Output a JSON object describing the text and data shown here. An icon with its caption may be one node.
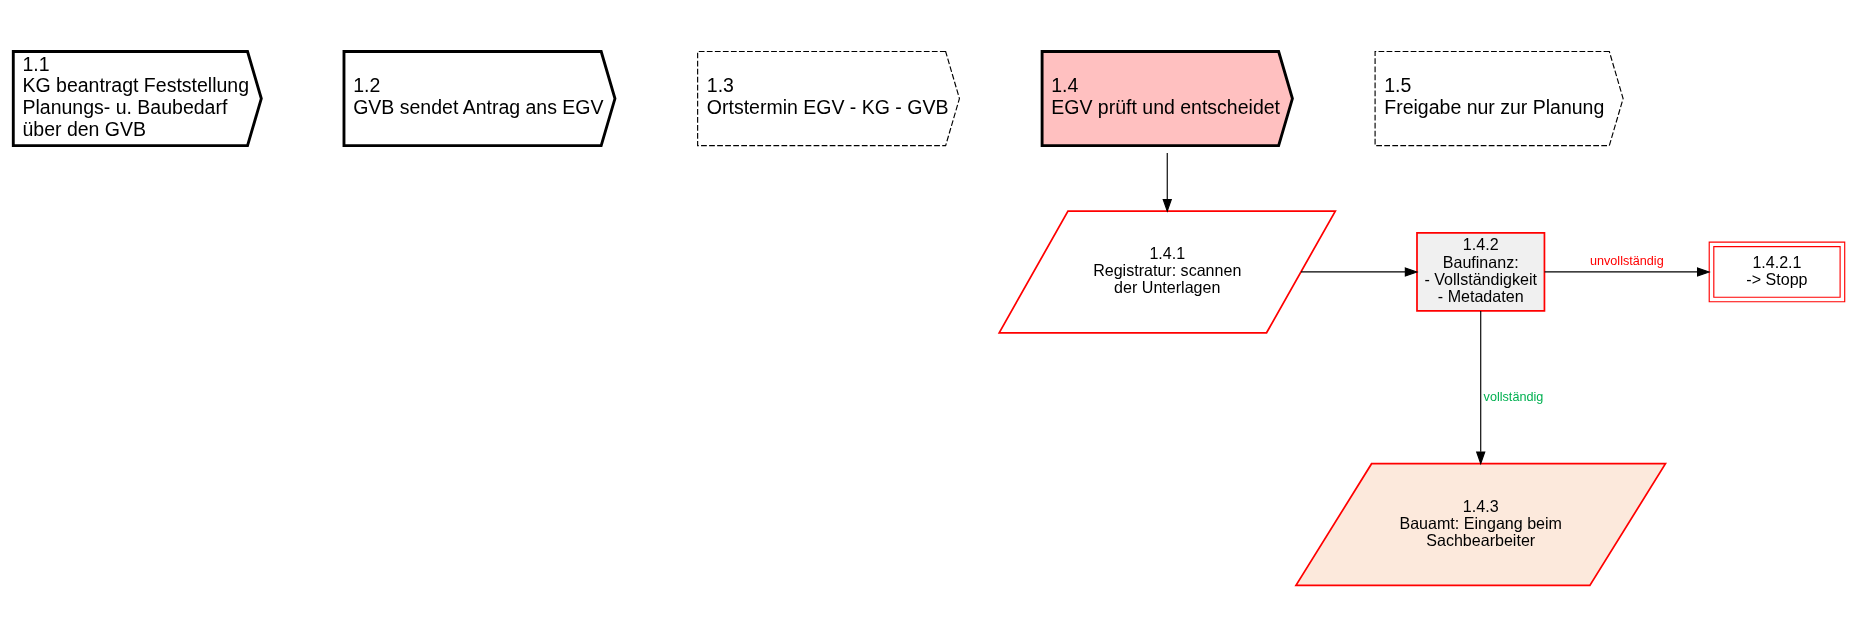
{
  "diagram": {
    "nodes": [
      {
        "text": [
          "1.1",
          "KG beantragt Feststellung Planungs- u. Baubedarf über den GVB"
        ]
      },
      {
        "text": [
          "1.2",
          "GVB sendet Antrag ans EGV"
        ]
      },
      {
        "text": [
          "1.3",
          "Ortstermin EGV - KG - GVB"
        ]
      },
      {
        "text": [
          "1.4",
          "EGV prüft und entscheidet"
        ]
      },
      {
        "text": [
          "1.5",
          "Freigabe nur zur Planung"
        ]
      },
      {
        "text": [
          "1.4.1",
          "Registratur: scannen der Unterlagen"
        ]
      },
      {
        "text": [
          "1.4.2",
          "Baufinanz: - Vollständigkeit - Metadaten"
        ]
      },
      {
        "text": [
          "1.4.2.1",
          "-> Stopp"
        ]
      },
      {
        "text": [
          "1.4.3",
          "Bauamt: Eingang beim Sachbearbeiter"
        ]
      }
    ],
    "edges": [
      {
        "from": 3,
        "to": 5,
        "arrow": "to"
      },
      {
        "from": 5,
        "to": 6,
        "arrow": "to"
      },
      {
        "from": 6,
        "to": 7,
        "arrow": "to",
        "label": "unvollständig"
      },
      {
        "from": 6,
        "to": 8,
        "arrow": "to",
        "label": "vollständig"
      }
    ]
  }
}
